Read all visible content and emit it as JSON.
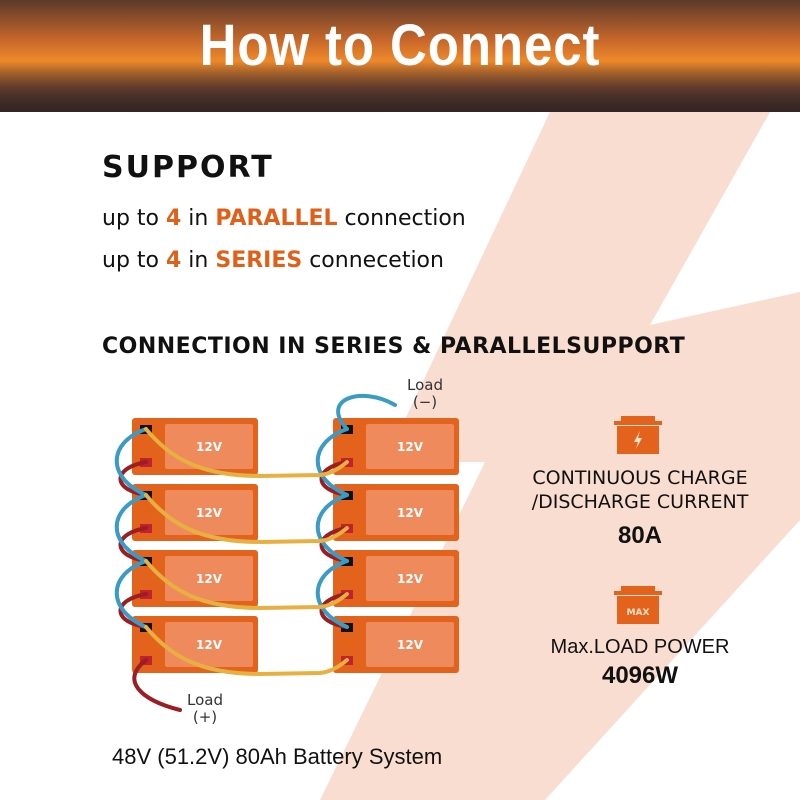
{
  "header": {
    "title": "How to Connect"
  },
  "support": {
    "heading": "SUPPORT",
    "parallel": {
      "pre": "up to ",
      "num": "4",
      "mid": " in ",
      "kw": "PARALLEL",
      "post": " connection"
    },
    "series": {
      "pre": "up to ",
      "num": "4",
      "mid": " in ",
      "kw": "SERIES",
      "post": " connecetion"
    }
  },
  "diagram": {
    "heading": "CONNECTION IN SERIES & PARALLELSUPPORT",
    "battery_label": "12V",
    "load_neg": {
      "label": "Load",
      "sign": "(−)"
    },
    "load_pos": {
      "label": "Load",
      "sign": "(+)"
    },
    "caption": "48V (51.2V) 80Ah Battery System"
  },
  "specs": [
    {
      "icon": "battery-bolt-icon",
      "label_line1": "CONTINUOUS CHARGE",
      "label_line2": "/DISCHARGE CURRENT",
      "value": "80A"
    },
    {
      "icon": "battery-max-icon",
      "icon_text": "MAX",
      "label": "Max.LOAD POWER",
      "value": "4096W"
    }
  ],
  "colors": {
    "accent": "#e0601a",
    "battery": "#e4631c",
    "bolt_bg": "#f9ddd0",
    "wire_neg": "#3a9cc4",
    "wire_pos": "#9a1e22",
    "wire_link": "#e8b040"
  }
}
